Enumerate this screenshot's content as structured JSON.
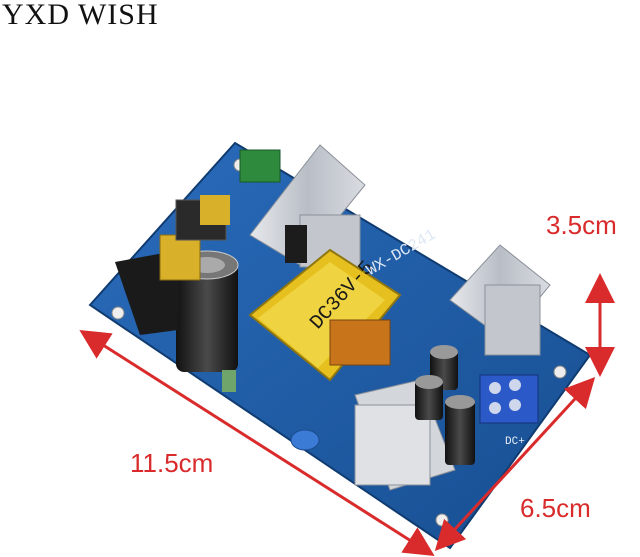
{
  "brand": {
    "text": "YXD WISH"
  },
  "dimensions": {
    "height": "3.5cm",
    "length": "11.5cm",
    "width": "6.5cm"
  },
  "board": {
    "transformer_label": "DC36V-5",
    "model_label": "WX-DC241",
    "terminal_label": "DC+"
  },
  "colors": {
    "pcb": "#1f5fa8",
    "heatsink": "#c8ccd2",
    "transformer": "#e8c21a",
    "dimension": "#d92b2b"
  }
}
